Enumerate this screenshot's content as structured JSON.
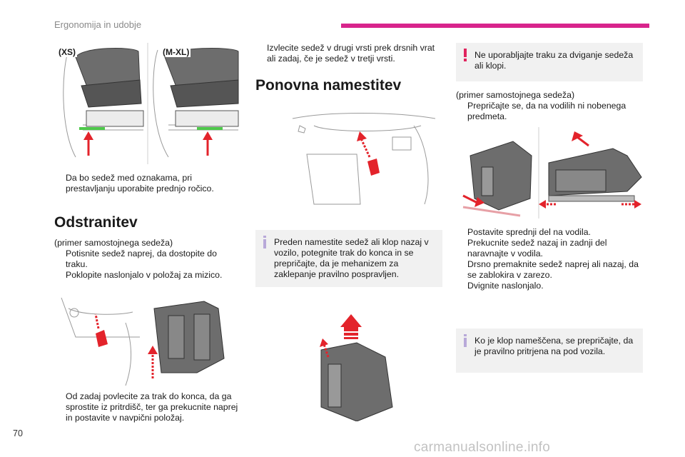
{
  "header": {
    "section": "Ergonomija in udobje",
    "accent_color": "#d8248c"
  },
  "figures": {
    "xs_label": "(XS)",
    "mxl_label": "(M-XL)"
  },
  "left": {
    "bullet_center": "Da bo sedež med oznakama, pri prestavljanju uporabite prednjo ročico.",
    "heading_remove": "Odstranitev",
    "example": "(primer samostojnega sedeža)",
    "bullet_push": "Potisnite sedež naprej, da dostopite do traku.",
    "bullet_fold": "Poklopite naslonjalo v položaj za mizico.",
    "bullet_pull": "Od zadaj povlecite za trak do konca, da ga sprostite iz pritrdišč, ter ga prekucnite naprej in postavite v navpični položaj."
  },
  "middle": {
    "bullet_extract": "Izvlecite sedež v drugi vrsti prek drsnih vrat ali zadaj, če je sedež v tretji vrsti.",
    "heading_refit": "Ponovna namestitev",
    "info_note": "Preden namestite sedež ali klop nazaj v vozilo, potegnite trak do konca in se prepričajte, da je mehanizem za zaklepanje pravilno pospravljen."
  },
  "right": {
    "warning_note": "Ne uporabljajte traku za dviganje sedeža ali klopi.",
    "example": "(primer samostojnega sedeža)",
    "bullet_check_rails": "Prepričajte se, da na vodilih ni nobenega predmeta.",
    "bullet_front": "Postavite sprednji del na vodila.",
    "bullet_tilt": "Prekucnite sedež nazaj in zadnji del naravnajte v vodila.",
    "bullet_slide": "Drsno premaknite sedež naprej ali nazaj, da se zablokira v zarezo.",
    "bullet_raise": "Dvignite naslonjalo.",
    "info_note": "Ko je klop nameščena, se prepričajte, da je pravilno pritrjena na pod vozila."
  },
  "footer": {
    "page_number": "70",
    "watermark": "carmanualsonline.info"
  },
  "icons": {
    "bullet_glyph": "",
    "info_icon": "info-icon",
    "warning_icon": "warning-icon"
  },
  "colors": {
    "text": "#1a1a1a",
    "note_background": "#f1f1f1",
    "info_icon": "#b8a9d9",
    "warning_icon": "#e0245e",
    "arrow_red": "#e3232b",
    "green_mark": "#4ec94b"
  }
}
